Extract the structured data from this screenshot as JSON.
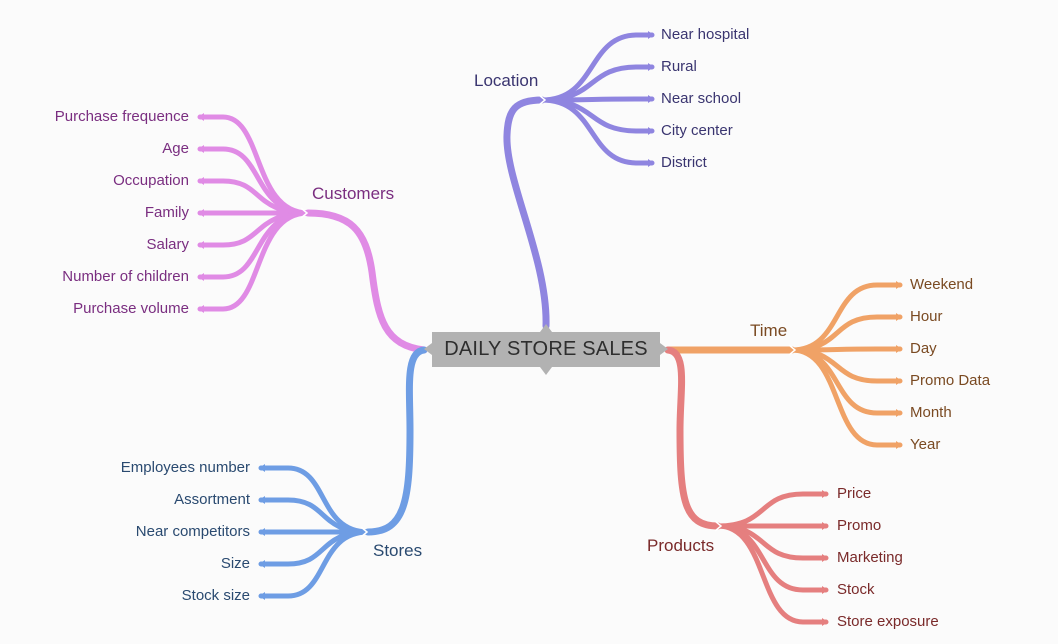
{
  "central": {
    "label": "DAILY STORE SALES",
    "color": "#b2b2b2"
  },
  "branches": {
    "location": {
      "label": "Location",
      "color": "#8f85e0",
      "text_color": "#3a3570",
      "items": [
        "Near hospital",
        "Rural",
        "Near school",
        "City center",
        "District"
      ]
    },
    "customers": {
      "label": "Customers",
      "color": "#e08be5",
      "text_color": "#7a2e80",
      "items": [
        "Purchase frequence",
        "Age",
        "Occupation",
        "Family",
        "Salary",
        "Number of children",
        "Purchase volume"
      ]
    },
    "time": {
      "label": "Time",
      "color": "#f0a266",
      "text_color": "#7a4a22",
      "items": [
        "Weekend",
        "Hour",
        "Day",
        "Promo Data",
        "Month",
        "Year"
      ]
    },
    "stores": {
      "label": "Stores",
      "color": "#6e9de4",
      "text_color": "#2a4a70",
      "items": [
        "Employees number",
        "Assortment",
        "Near competitors",
        "Size",
        "Stock size"
      ]
    },
    "products": {
      "label": "Products",
      "color": "#e57f7f",
      "text_color": "#7a2a2a",
      "items": [
        "Price",
        "Promo",
        "Marketing",
        "Stock",
        "Store exposure"
      ]
    }
  }
}
